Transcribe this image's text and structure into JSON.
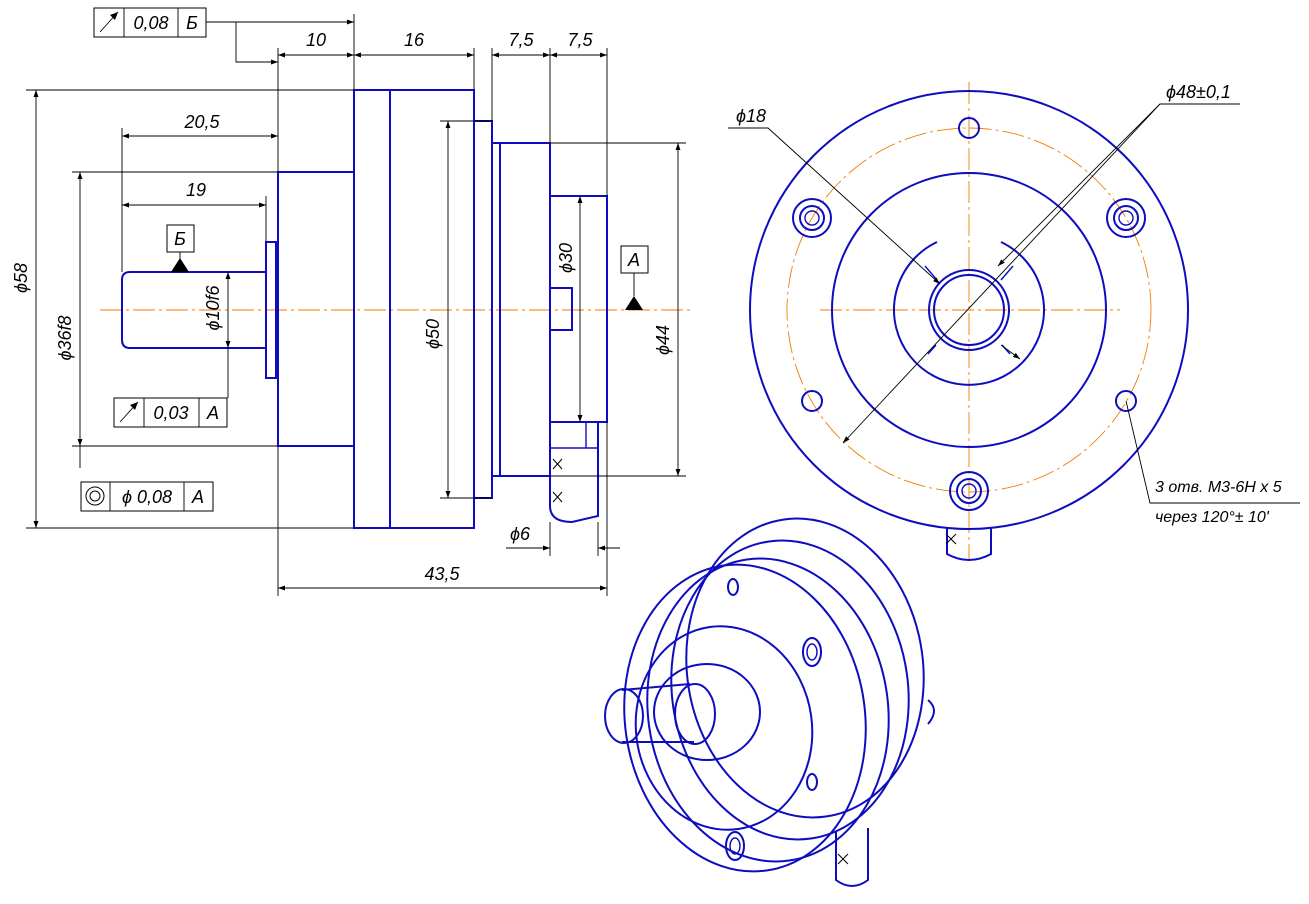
{
  "drawing": {
    "colors": {
      "body": "#0d0dbf",
      "dimension": "#000000",
      "centerline": "#f07d00"
    },
    "dims": {
      "d10": "10",
      "d16": "16",
      "d7_5a": "7,5",
      "d7_5b": "7,5",
      "d20_5": "20,5",
      "d19": "19",
      "d58": "ϕ58",
      "d36f8": "ϕ36f8",
      "d10f6": "ϕ10f6",
      "d50": "ϕ50",
      "d30": "ϕ30",
      "d44": "ϕ44",
      "d6": "ϕ6",
      "d43_5": "43,5",
      "d18": "ϕ18",
      "d48": "ϕ48±0,1"
    },
    "datums": {
      "b": "Б",
      "a": "А"
    },
    "tolerances": {
      "top": {
        "symbol": "runout-arrow-icon",
        "value": "0,08",
        "datum": "Б"
      },
      "middle": {
        "symbol": "runout-arrow-icon",
        "value": "0,03",
        "datum": "А"
      },
      "bottom": {
        "symbol": "concentricity-icon",
        "value": "ϕ 0,08",
        "datum": "А"
      }
    },
    "holes_note": {
      "line1": "3 отв. М3-6Н х 5",
      "line2": "через 120°± 10'"
    }
  }
}
